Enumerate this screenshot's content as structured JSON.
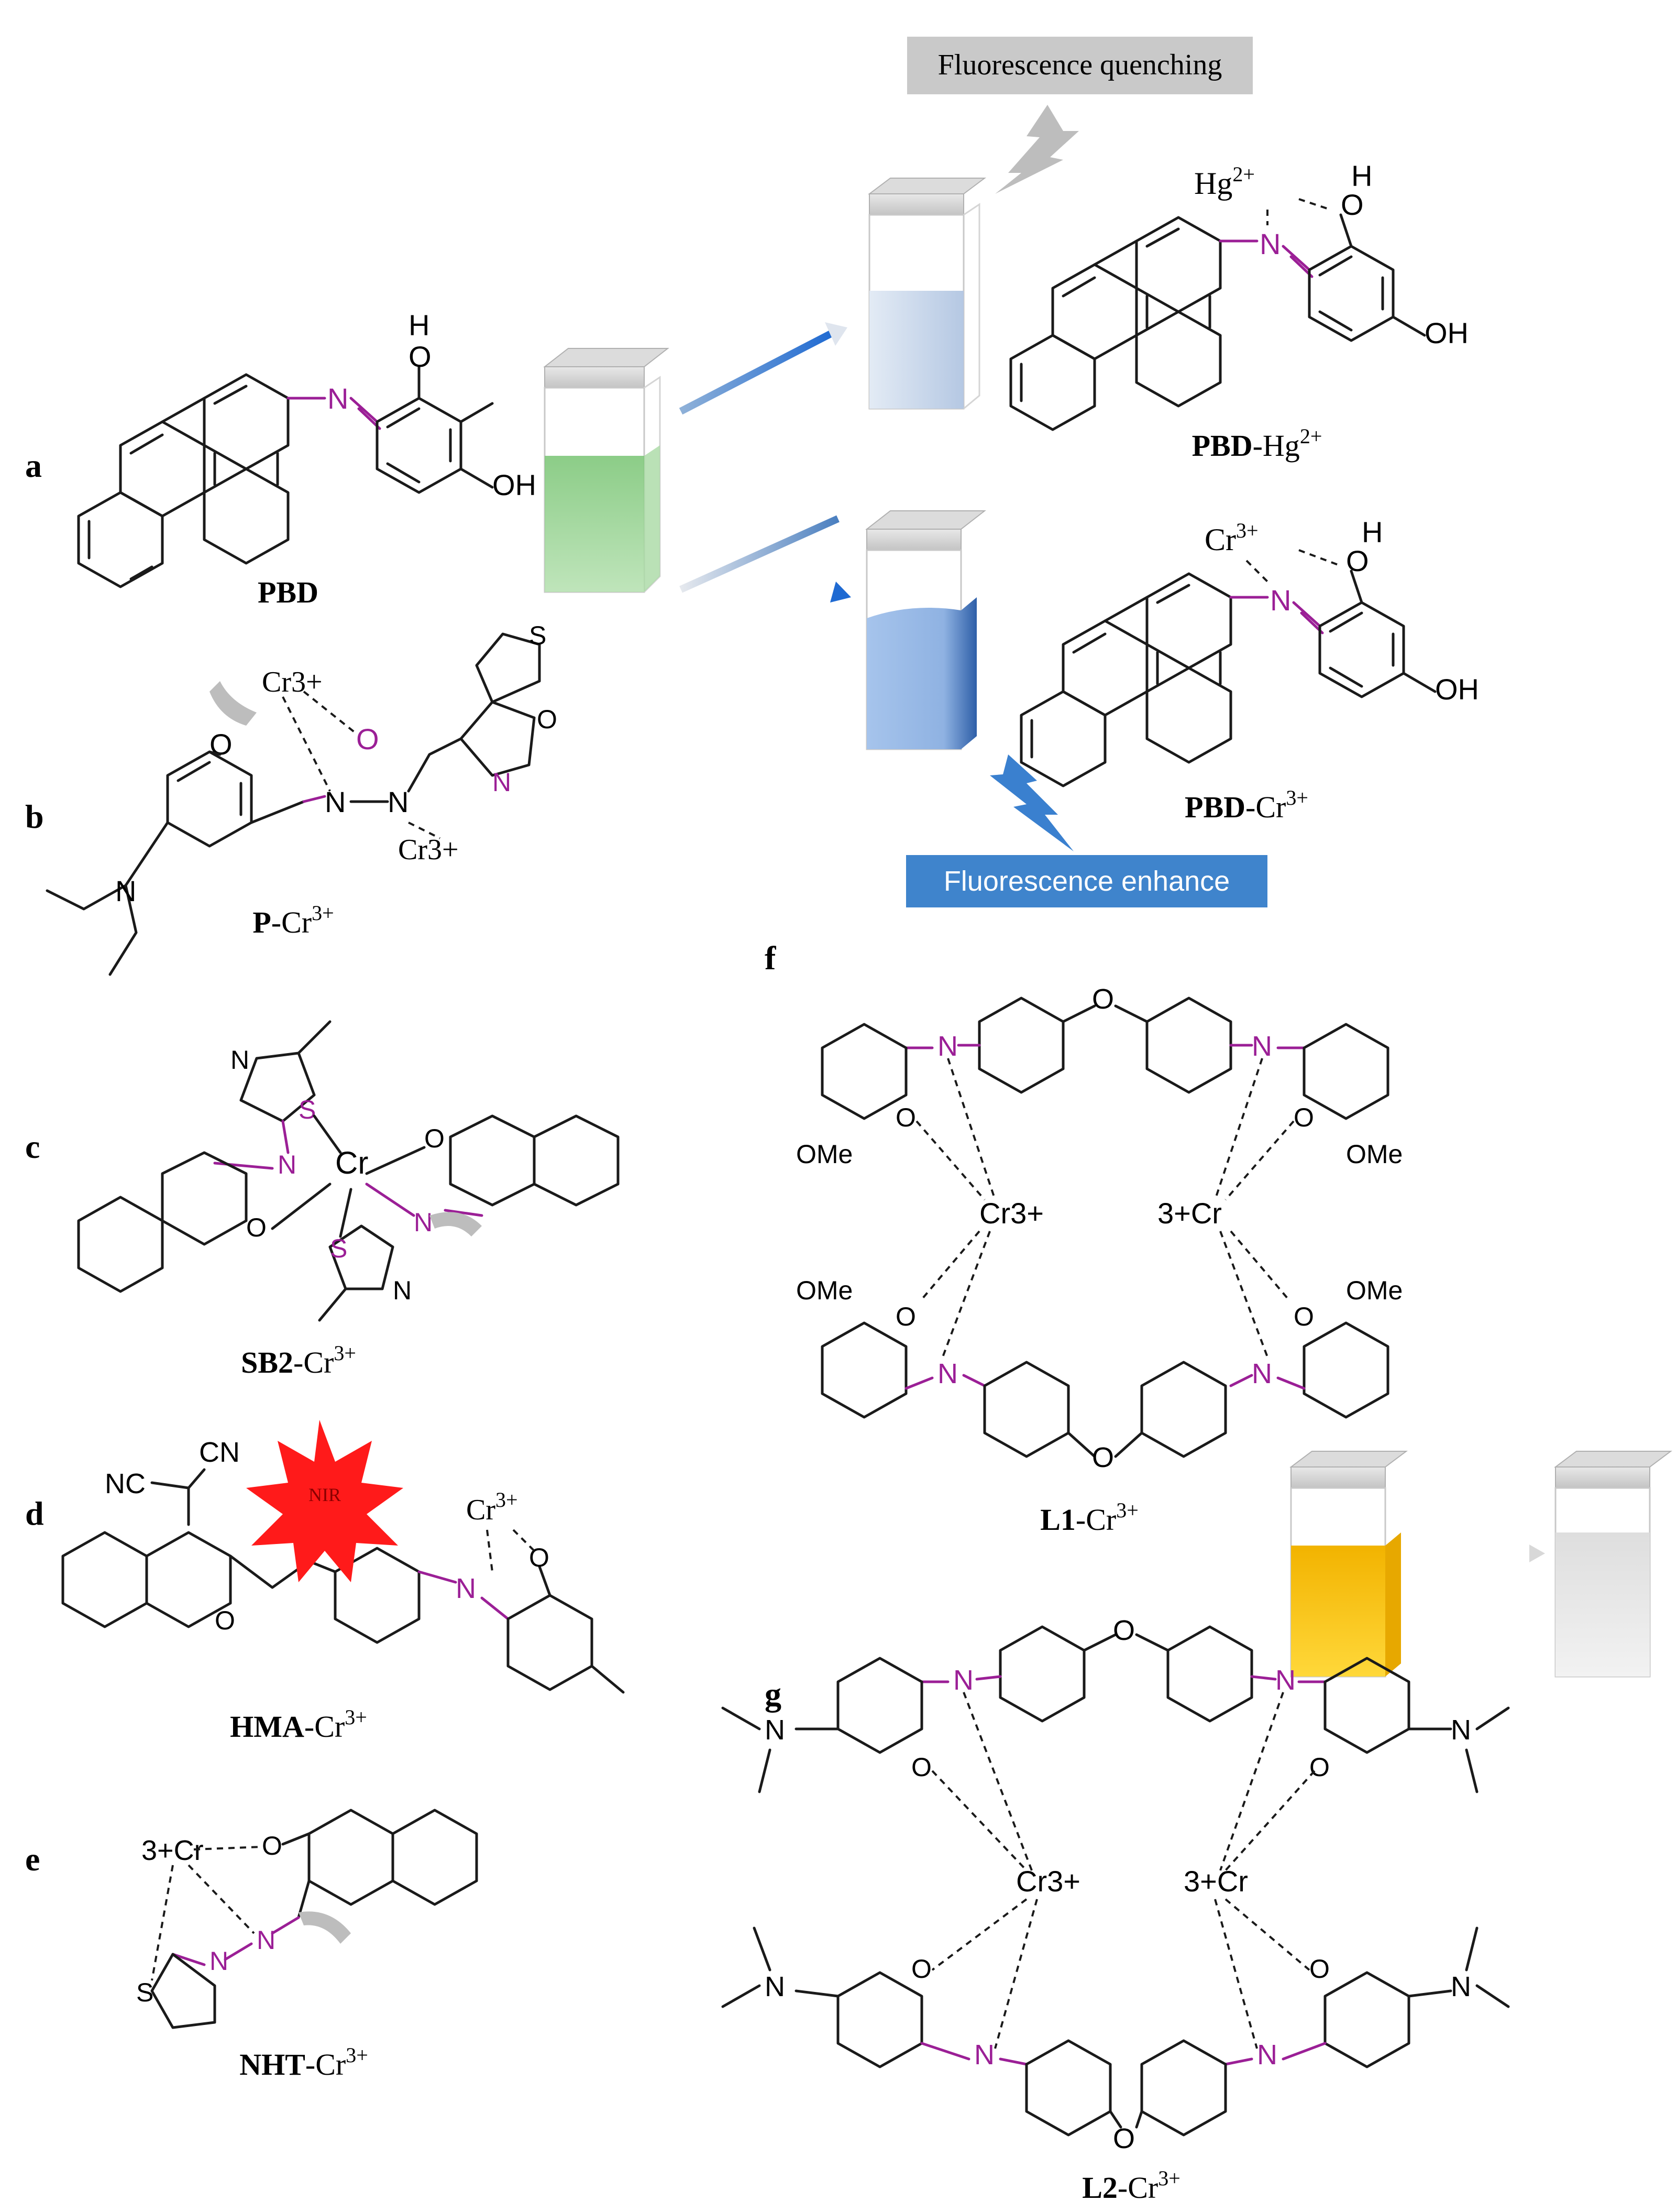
{
  "panel_letters": [
    "a",
    "b",
    "c",
    "d",
    "e",
    "f",
    "g"
  ],
  "compounds": {
    "a": "PBD",
    "b": "P-Cr3+",
    "c": "SB2-Cr3+",
    "d": "HMA-Cr3+",
    "e": "NHT-Cr3+",
    "f": "L1-Cr3+",
    "g": "L2-Cr3+",
    "hg": "PBD-Hg2+",
    "cr": "PBD-Cr3+"
  },
  "labels_plain": {
    "p_prefix": "P-Cr",
    "sb2_prefix": "SB2",
    "hma_prefix": "HMA",
    "nht_prefix": "NHT",
    "l1_prefix": "L1",
    "l2_prefix": "L2",
    "pbd": "PBD",
    "cr_suffix": "-Cr",
    "hg_suffix": "-Hg",
    "three_plus": "3+",
    "two_plus": "2+"
  },
  "boxes": {
    "quench": "Fluorescence quenching",
    "enhance": "Fluorescence enhance",
    "nir": "NIR"
  },
  "atoms": {
    "N": "N",
    "O": "O",
    "S": "S",
    "OH": "OH",
    "H": "H",
    "Cr": "Cr",
    "Hg": "Hg",
    "OMe": "OMe",
    "NC": "NC",
    "CN": "CN",
    "cr3": "Cr3+",
    "cr3_left": "3+Cr"
  },
  "colors": {
    "imine": "#9b1f96",
    "quench_box": "#c8c8c8",
    "enhance_box": "#3f84cc",
    "nir_star": "#ff1a1a",
    "green_solution": "#9fd79a",
    "blue_solution": "#3a6fb5",
    "yellow_solution": "#f6c51a"
  }
}
